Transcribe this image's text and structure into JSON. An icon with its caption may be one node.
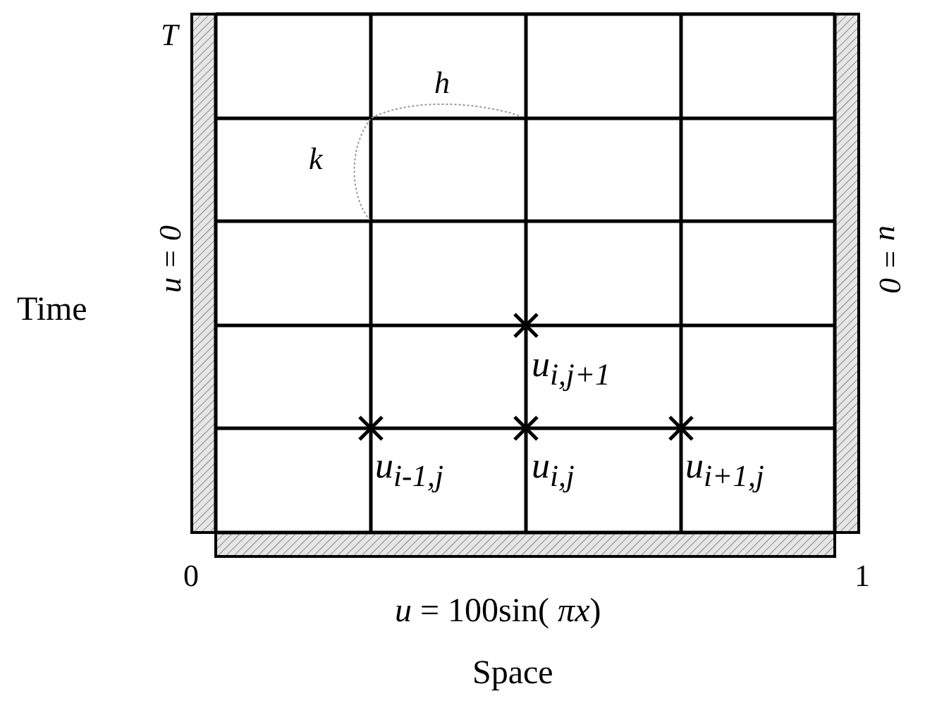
{
  "diagram": {
    "labels": [
      "T",
      "h",
      "k",
      "Time",
      "u = 0",
      "u = 0",
      "u$_{i,j+1}$",
      "u$_{i-1,j}$",
      "u$_{i,j}$",
      "u$_{i+1,j}$",
      "0",
      "1",
      "*u* =  100sin( *πx*)",
      "Space"
    ]
  }
}
